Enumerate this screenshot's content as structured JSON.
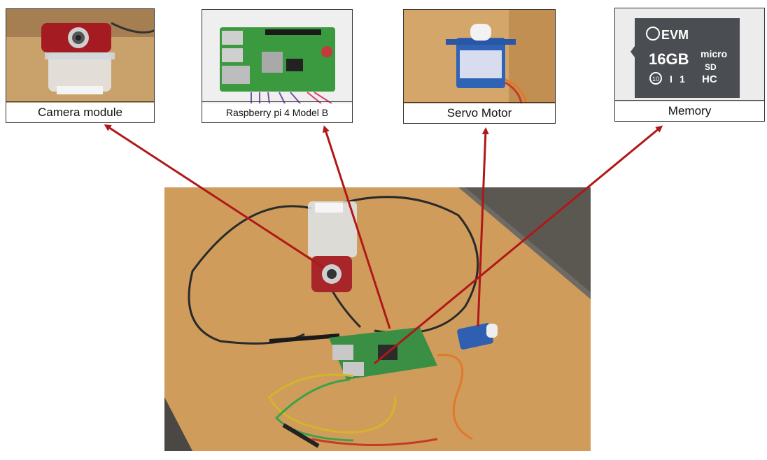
{
  "components": [
    {
      "id": "camera",
      "label": "Camera module"
    },
    {
      "id": "rpi",
      "label": "Raspberry pi 4 Model B"
    },
    {
      "id": "servo",
      "label": "Servo Motor"
    },
    {
      "id": "memory",
      "label": "Memory"
    }
  ],
  "sd_card": {
    "brand": "EVM",
    "capacity": "16GB",
    "type_line1": "micro",
    "type_line2": "SD",
    "type_line3": "HC",
    "class": "10",
    "uhs": "I",
    "speed": "1"
  },
  "colors": {
    "arrow": "#b01818",
    "card_border": "#333333",
    "table": "#cc9a5a"
  }
}
